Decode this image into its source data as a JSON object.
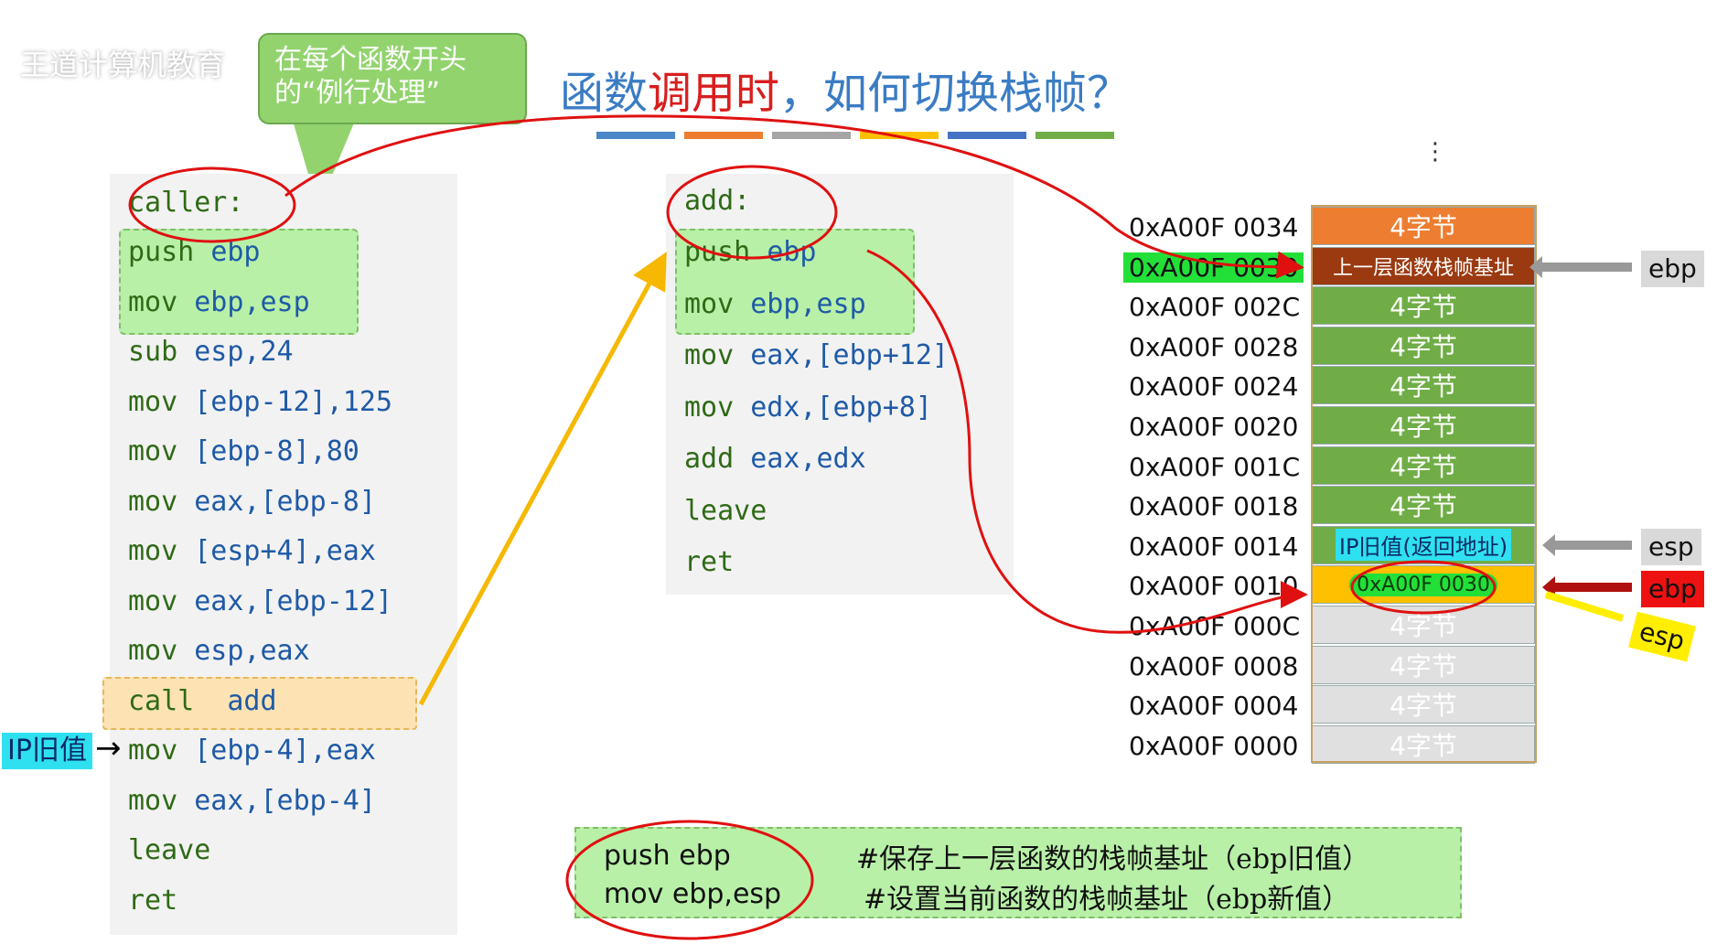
{
  "watermark": "王道计算机教育",
  "title": {
    "part1": "函数",
    "part2": "调用时",
    "part3": "，如何切换栈帧？"
  },
  "title_bar_colors": [
    "#4a86c8",
    "#ed7d31",
    "#a5a5a5",
    "#ffc000",
    "#4472c4",
    "#70ad47"
  ],
  "bubble": {
    "line1": "在每个函数开头",
    "line2": "的“例行处理”"
  },
  "caller": {
    "label": "caller:",
    "lines": [
      {
        "op": "push",
        "arg": "ebp"
      },
      {
        "op": "mov",
        "arg": "ebp,esp"
      },
      {
        "op": "sub",
        "arg": "esp,24"
      },
      {
        "op": "mov",
        "arg": "[ebp-12],125"
      },
      {
        "op": "mov",
        "arg": "[ebp-8],80"
      },
      {
        "op": "mov",
        "arg": "eax,[ebp-8]"
      },
      {
        "op": "mov",
        "arg": "[esp+4],eax"
      },
      {
        "op": "mov",
        "arg": "eax,[ebp-12]"
      },
      {
        "op": "mov",
        "arg": "esp,eax"
      },
      {
        "op": "call",
        "arg": " add"
      },
      {
        "op": "mov",
        "arg": "[ebp-4],eax"
      },
      {
        "op": "mov",
        "arg": "eax,[ebp-4]"
      },
      {
        "op": "leave",
        "arg": ""
      },
      {
        "op": "ret",
        "arg": ""
      }
    ]
  },
  "add": {
    "label": "add:",
    "lines": [
      {
        "op": "push",
        "arg": "ebp"
      },
      {
        "op": "mov",
        "arg": "ebp,esp"
      },
      {
        "op": "mov",
        "arg": "eax,[ebp+12]"
      },
      {
        "op": "mov",
        "arg": "edx,[ebp+8]"
      },
      {
        "op": "add",
        "arg": "eax,edx"
      },
      {
        "op": "leave",
        "arg": ""
      },
      {
        "op": "ret",
        "arg": ""
      }
    ]
  },
  "ip_label": "IP旧值",
  "ip_arrow": "→",
  "dots": "⋮",
  "stack": {
    "addresses": [
      "0xA00F 0034",
      "0xA00F 0030",
      "0xA00F 002C",
      "0xA00F 0028",
      "0xA00F 0024",
      "0xA00F 0020",
      "0xA00F 001C",
      "0xA00F 0018",
      "0xA00F 0014",
      "0xA00F 0010",
      "0xA00F 000C",
      "0xA00F 0008",
      "0xA00F 0004",
      "0xA00F 0000"
    ],
    "cells": [
      {
        "text": "4字节",
        "color": "#ed7d31"
      },
      {
        "text": "上一层函数栈帧基址",
        "color": "#9b3a10"
      },
      {
        "text": "4字节",
        "color": "#70ad47"
      },
      {
        "text": "4字节",
        "color": "#70ad47"
      },
      {
        "text": "4字节",
        "color": "#70ad47"
      },
      {
        "text": "4字节",
        "color": "#70ad47"
      },
      {
        "text": "4字节",
        "color": "#70ad47"
      },
      {
        "text": "4字节",
        "color": "#70ad47"
      },
      {
        "text": "IP旧值(返回地址)",
        "color": "#70ad47"
      },
      {
        "text": "0xA00F 0030",
        "color": "#ffc000"
      },
      {
        "text": "4字节",
        "color": "#e0e0e0"
      },
      {
        "text": "4字节",
        "color": "#e0e0e0"
      },
      {
        "text": "4字节",
        "color": "#e0e0e0"
      },
      {
        "text": "4字节",
        "color": "#e0e0e0"
      }
    ]
  },
  "pointers": {
    "ebp_top": "ebp",
    "esp": "esp",
    "ebp_bottom": "ebp",
    "esp_yellow": "esp"
  },
  "bottom": {
    "code1": "push ebp",
    "code2": "mov ebp,esp",
    "comment1": "#保存上一层函数的栈帧基址（ebp旧值）",
    "comment2": "#设置当前函数的栈帧基址（ebp新值）"
  }
}
